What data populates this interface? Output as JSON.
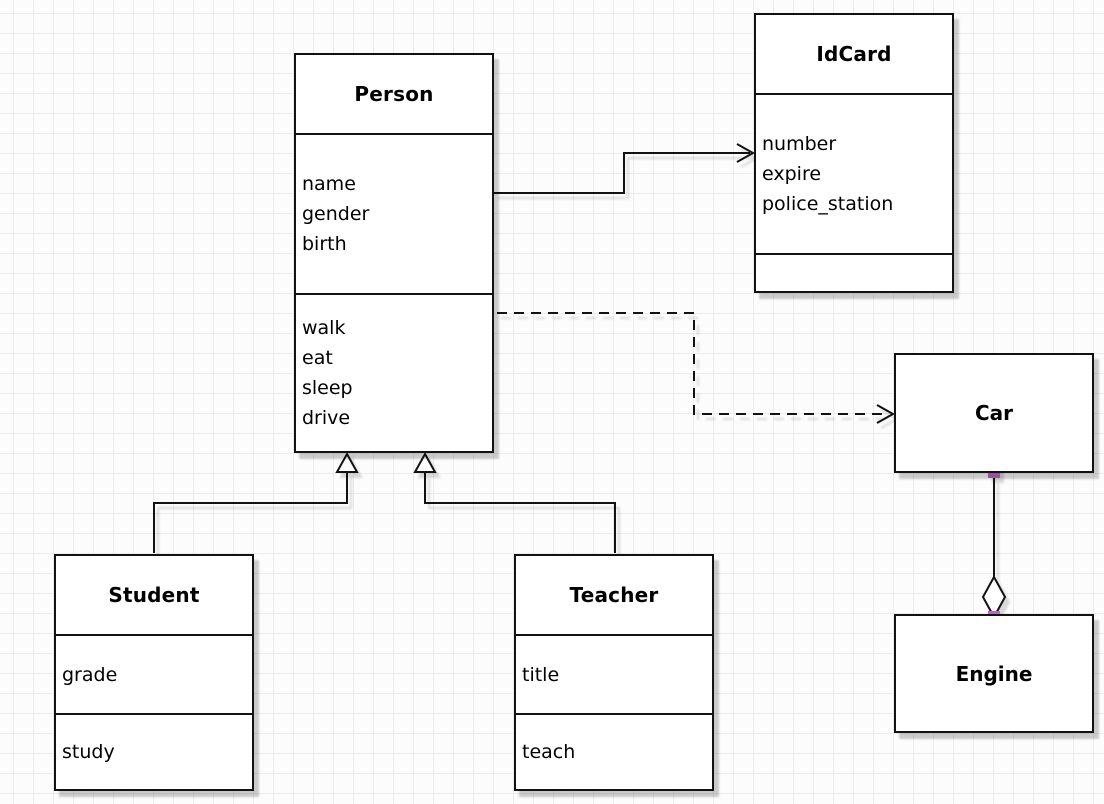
{
  "diagram": {
    "kind": "uml-class-diagram",
    "classes": {
      "person": {
        "title": "Person",
        "attributes": [
          "name",
          "gender",
          "birth"
        ],
        "methods": [
          "walk",
          "eat",
          "sleep",
          "drive"
        ]
      },
      "idcard": {
        "title": "IdCard",
        "attributes": [
          "number",
          "expire",
          "police_station"
        ],
        "methods": []
      },
      "student": {
        "title": "Student",
        "attributes": [
          "grade"
        ],
        "methods": [
          "study"
        ]
      },
      "teacher": {
        "title": "Teacher",
        "attributes": [
          "title"
        ],
        "methods": [
          "teach"
        ]
      },
      "car": {
        "title": "Car"
      },
      "engine": {
        "title": "Engine"
      }
    },
    "relationships": [
      {
        "from": "Person",
        "to": "IdCard",
        "type": "association",
        "line": "solid",
        "arrow": "open-arrow"
      },
      {
        "from": "Person",
        "to": "Car",
        "type": "dependency",
        "line": "dashed",
        "arrow": "open-arrow"
      },
      {
        "from": "Student",
        "to": "Person",
        "type": "generalization",
        "line": "solid",
        "arrow": "hollow-triangle"
      },
      {
        "from": "Teacher",
        "to": "Person",
        "type": "generalization",
        "line": "solid",
        "arrow": "hollow-triangle"
      },
      {
        "from": "Car",
        "to": "Engine",
        "type": "aggregation",
        "line": "solid",
        "arrow": "hollow-diamond"
      }
    ],
    "colors": {
      "stroke": "#121212",
      "shape_fill": "#ffffff",
      "endpoint_marker": "#b86abb",
      "grid_line": "#ececec",
      "canvas_bg": "#fcfcfc"
    }
  }
}
